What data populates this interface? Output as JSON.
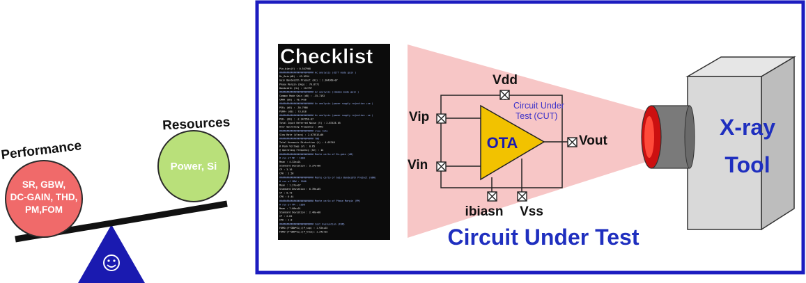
{
  "balance": {
    "performance_title": "Performance",
    "performance_items": [
      "SR, GBW,",
      "DC-GAIN, THD,",
      "PM,FOM"
    ],
    "resources_title": "Resources",
    "resources_item": "Power, Si",
    "fulcrum_icon": "smiley-face-icon",
    "colors": {
      "performance_ball": "#f06a6a",
      "resources_ball": "#b9e07a",
      "fulcrum": "#1a1ab0"
    }
  },
  "panel": {
    "border_color": "#1c1cc0",
    "checklist_title": "Checklist",
    "checklist_lines": [
      "Pin_bias(V)                      :  0.547968",
      "######################## Ac analysis (diff mode gain )",
      "Dc_Gain(dB)                      :  43.0294",
      "Gain Bandwidth Product (Hz)      :  1.30436E+07",
      "Phase Margin (Deg)               :  76.8771",
      "Bandwidth (Hz)                   :  112797",
      "######################## Ac analysis (common mode gain )",
      "Common Mode Gain (dB)            :  -35.7192",
      "CMRR (dB)                        :  78.7436",
      "######################## Ac analysis (power supply rejection +ve )",
      "PSR+ (dB)                        :  -30.7986",
      "PSRR+ (dB)                       :  73.818",
      "######################## Ac analysis (power supply rejection -ve )",
      "PSR- (dB)                        :  -2.34795E-07",
      "Total Input Referred Noise (V)   :  2.8742E-05",
      "Over Operating Frequency         :  1MHz",
      "######################## slew rate",
      "Slew Rate (V/sec)                :  2.07351E+06",
      "######################## THD",
      "Total Harmonic Distortion (%)    :  4.05748",
      "@ Peak Voltage (V)               :  0.65",
      "@ Operating Frequency (Hz)       :  1k",
      "######################## Monte carlo of Dc-gain (dB)",
      "# run of MC          :  1000",
      "Mean                 :  4.32e+01",
      "Standard Deviation   :  5.37e+00",
      "CP                   :  3.16",
      "CPK                  :  2.58",
      "######################## Monte carlo of Gain Bandwidth Product (GBW)",
      "# run of GBW         :  1000",
      "Mean                 :  1.37e+07",
      "Standard Deviation   :  6.39e+05",
      "CP                   :  0.73",
      "CPK                  :  0.44",
      "######################## Monte carlo of Phase Margin (PM)",
      "# run of PM          :  1000",
      "Mean                 :  7.68e+01",
      "Standard Deviation   :  2.46e+00",
      "CP                   :  2.62",
      "CPK                  :  1.8",
      "######################## Cost Evaluation (FOM)",
      "FOMS=(f^GBW*CL)/(P_sup) :  1.92e+02",
      "FOMS=(f^GBW*CL)/(P_Area):  1.34e+02"
    ],
    "pins": {
      "vdd": "Vdd",
      "vip": "Vip",
      "vin": "Vin",
      "vout": "Vout",
      "ibias": "ibiasn",
      "vss": "Vss"
    },
    "ota_label": "OTA",
    "cut_label_line1": "Circuit Under",
    "cut_label_line2": "Test (CUT)",
    "footer_title": "Circuit Under Test",
    "xray_line1": "X-ray",
    "xray_line2": "Tool",
    "colors": {
      "ota": "#f2c200",
      "beam": "#f7c6c6",
      "lens": "#cc1010",
      "title": "#1f2fbf"
    }
  }
}
